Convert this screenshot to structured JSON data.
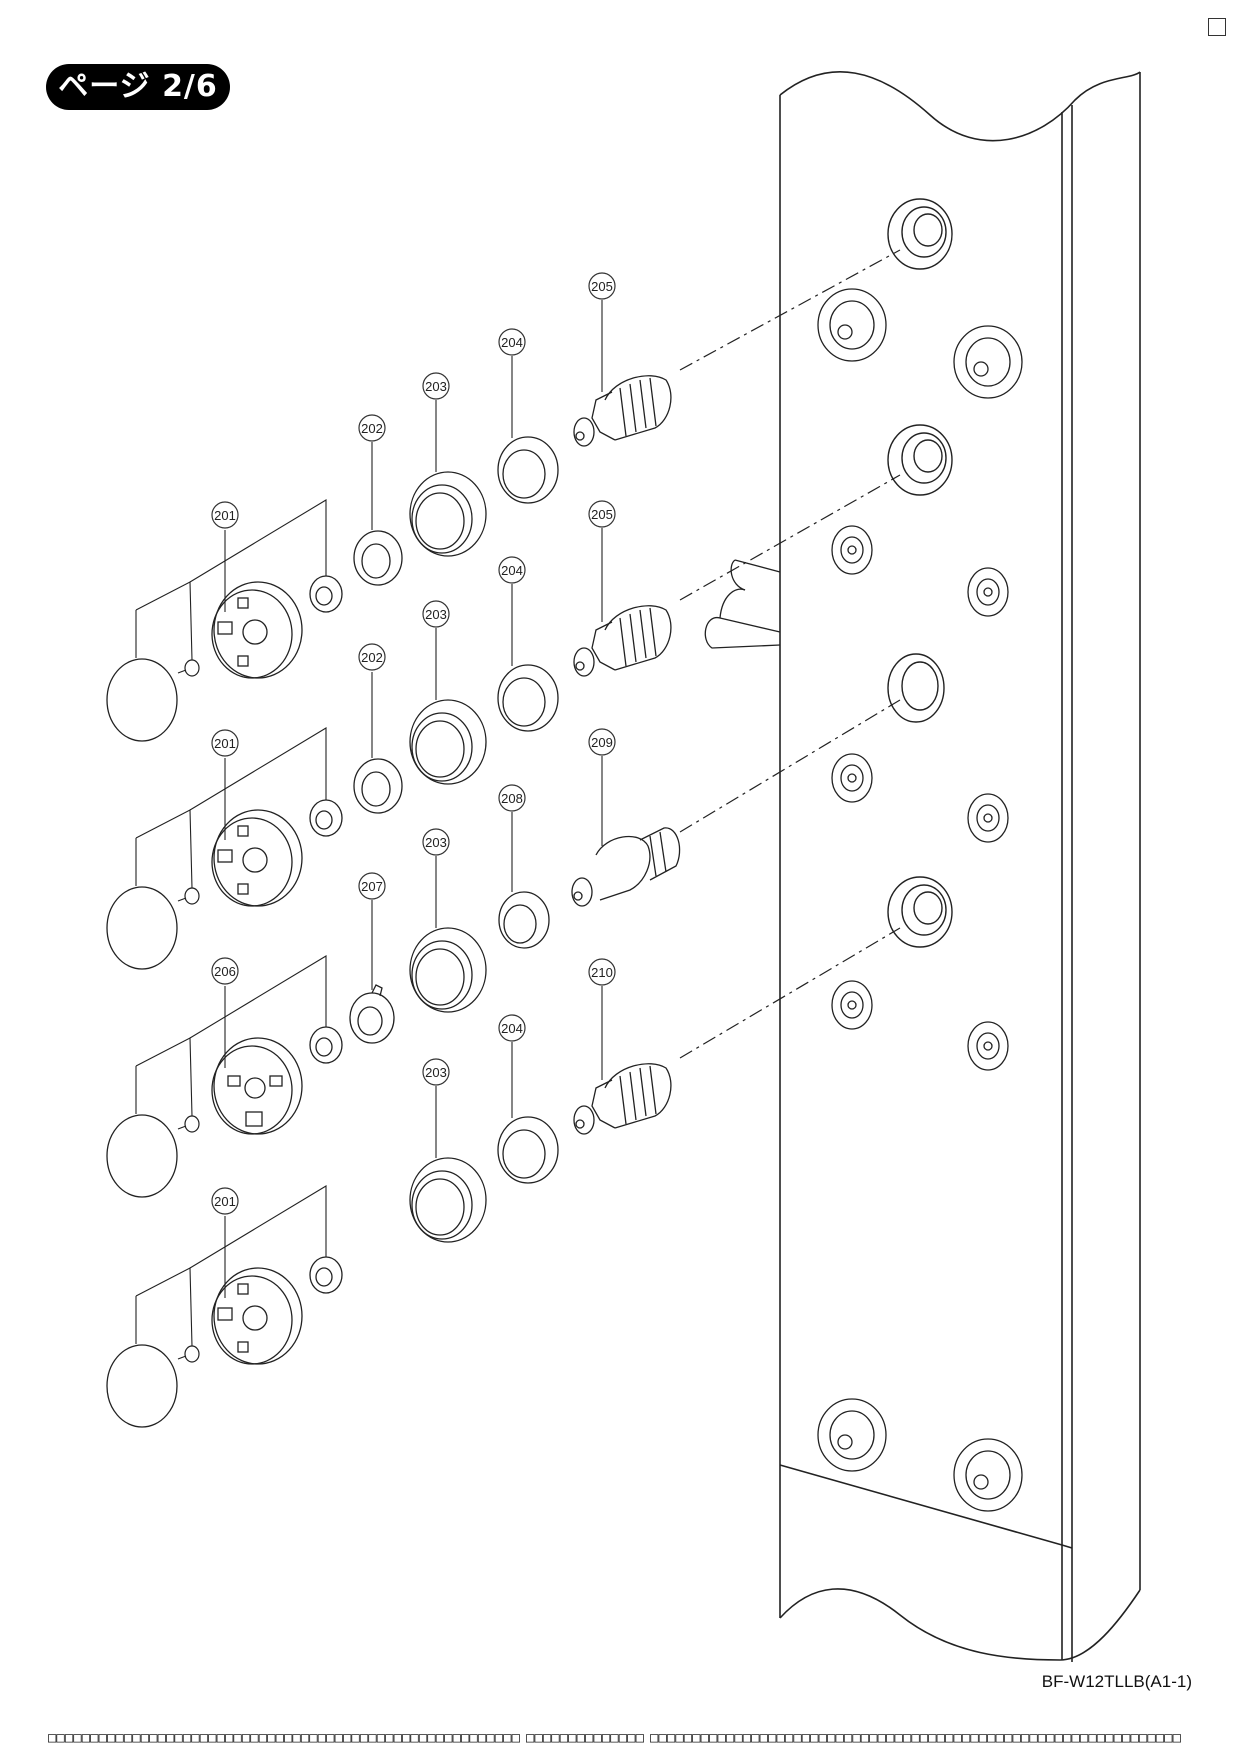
{
  "page_label": "ページ 2/6",
  "model_code": "BF-W12TLLB(A1-1)",
  "footer": {
    "left": "□□□□□□□□□□□□□□□□□□□□□□□□□□□□□□□□□□□□□□□□□□□□□□□□□□□□□□□□",
    "middle": "□□□□□□□□□□□□□□",
    "right": "□□□□□□□□□□□□□□□□□□□□□□□□□□□□□□□□□□□□□□□□□□□□□□□□□□□□□□□□□□□□□□□"
  },
  "callouts": {
    "c201a": "201",
    "c201b": "201",
    "c201c": "201",
    "c202a": "202",
    "c202b": "202",
    "c203a": "203",
    "c203b": "203",
    "c203c": "203",
    "c203d": "203",
    "c204a": "204",
    "c204b": "204",
    "c204c": "204",
    "c205a": "205",
    "c205b": "205",
    "c206": "206",
    "c207": "207",
    "c208": "208",
    "c209": "209",
    "c210": "210"
  }
}
